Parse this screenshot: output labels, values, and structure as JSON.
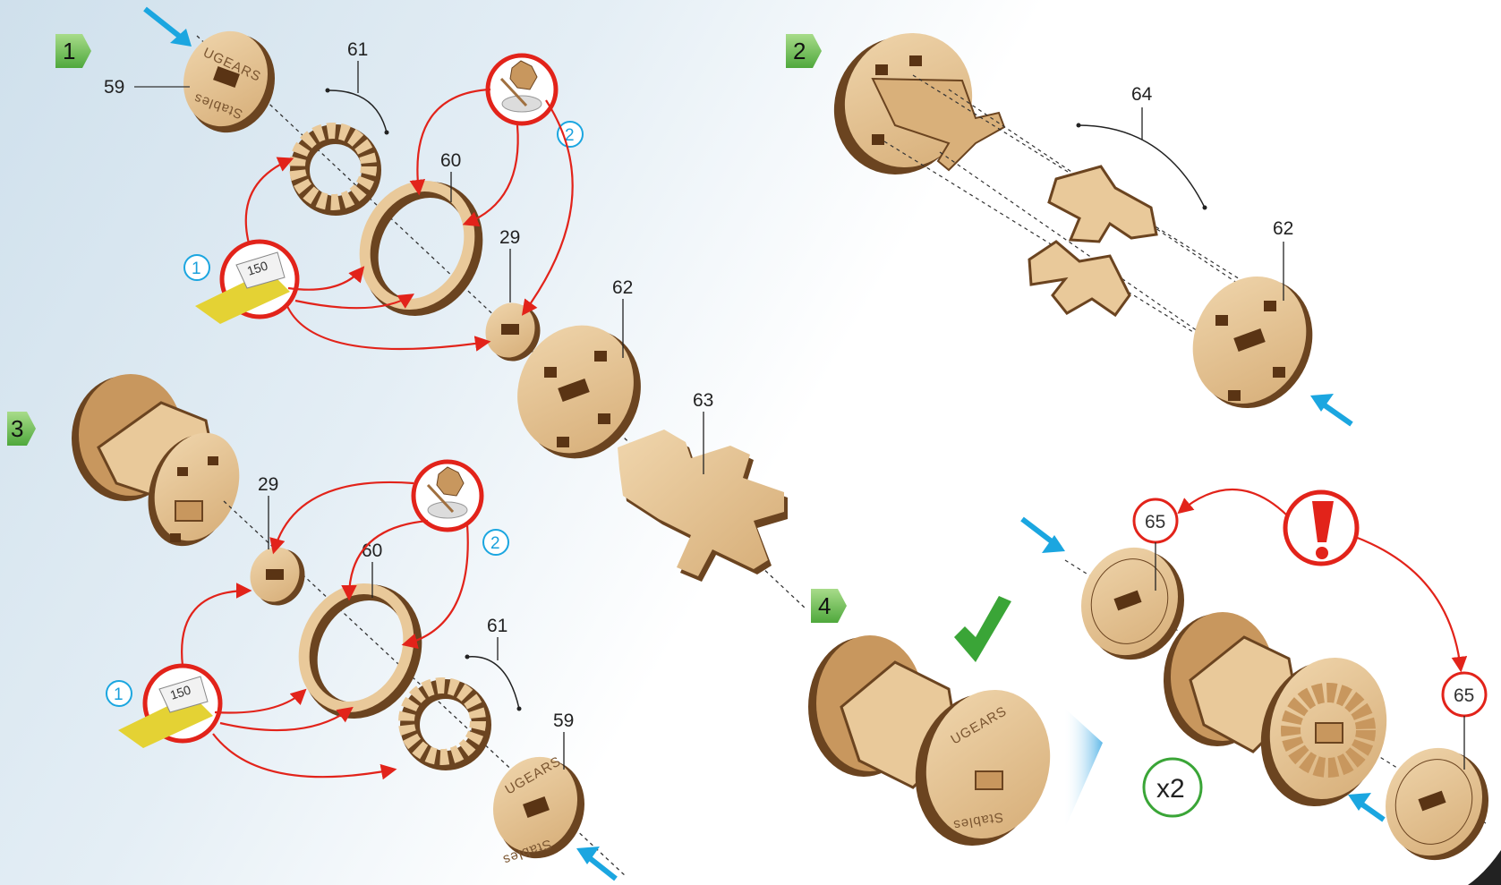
{
  "colors": {
    "wood_light": "#e9c99a",
    "wood_mid": "#c8975e",
    "wood_dark": "#6b4420",
    "wood_edge": "#5a3414",
    "arrow_red": "#e2231a",
    "arrow_blue": "#1ba6e0",
    "step_green": "#5bb14a",
    "check_green": "#3aa537"
  },
  "steps": {
    "s1": "1",
    "s2": "2",
    "s3": "3",
    "s4": "4"
  },
  "part_labels": {
    "p59a": "59",
    "p61a": "61",
    "p60a": "60",
    "p29a": "29",
    "p62a": "62",
    "p63": "63",
    "p64": "64",
    "p62b": "62",
    "p29b": "29",
    "p60b": "60",
    "p61b": "61",
    "p59b": "59",
    "p65a": "65",
    "p65b": "65"
  },
  "sub_markers": {
    "m1a": "1",
    "m2a": "2",
    "m1b": "1",
    "m2b": "2"
  },
  "sandpaper": {
    "a": "150",
    "b": "150"
  },
  "engravings": {
    "brand": "UGEARS",
    "brand_b": "UGEARS",
    "brand_c": "UGEARS",
    "sub": "Stables",
    "sub_b": "Stables",
    "sub_c": "Stables"
  },
  "multiplier": "x2",
  "icons": [
    "blue-arrow-icon",
    "glue-pot-icon",
    "sandpaper-icon",
    "check-icon",
    "warning-icon",
    "chevron-icon"
  ]
}
